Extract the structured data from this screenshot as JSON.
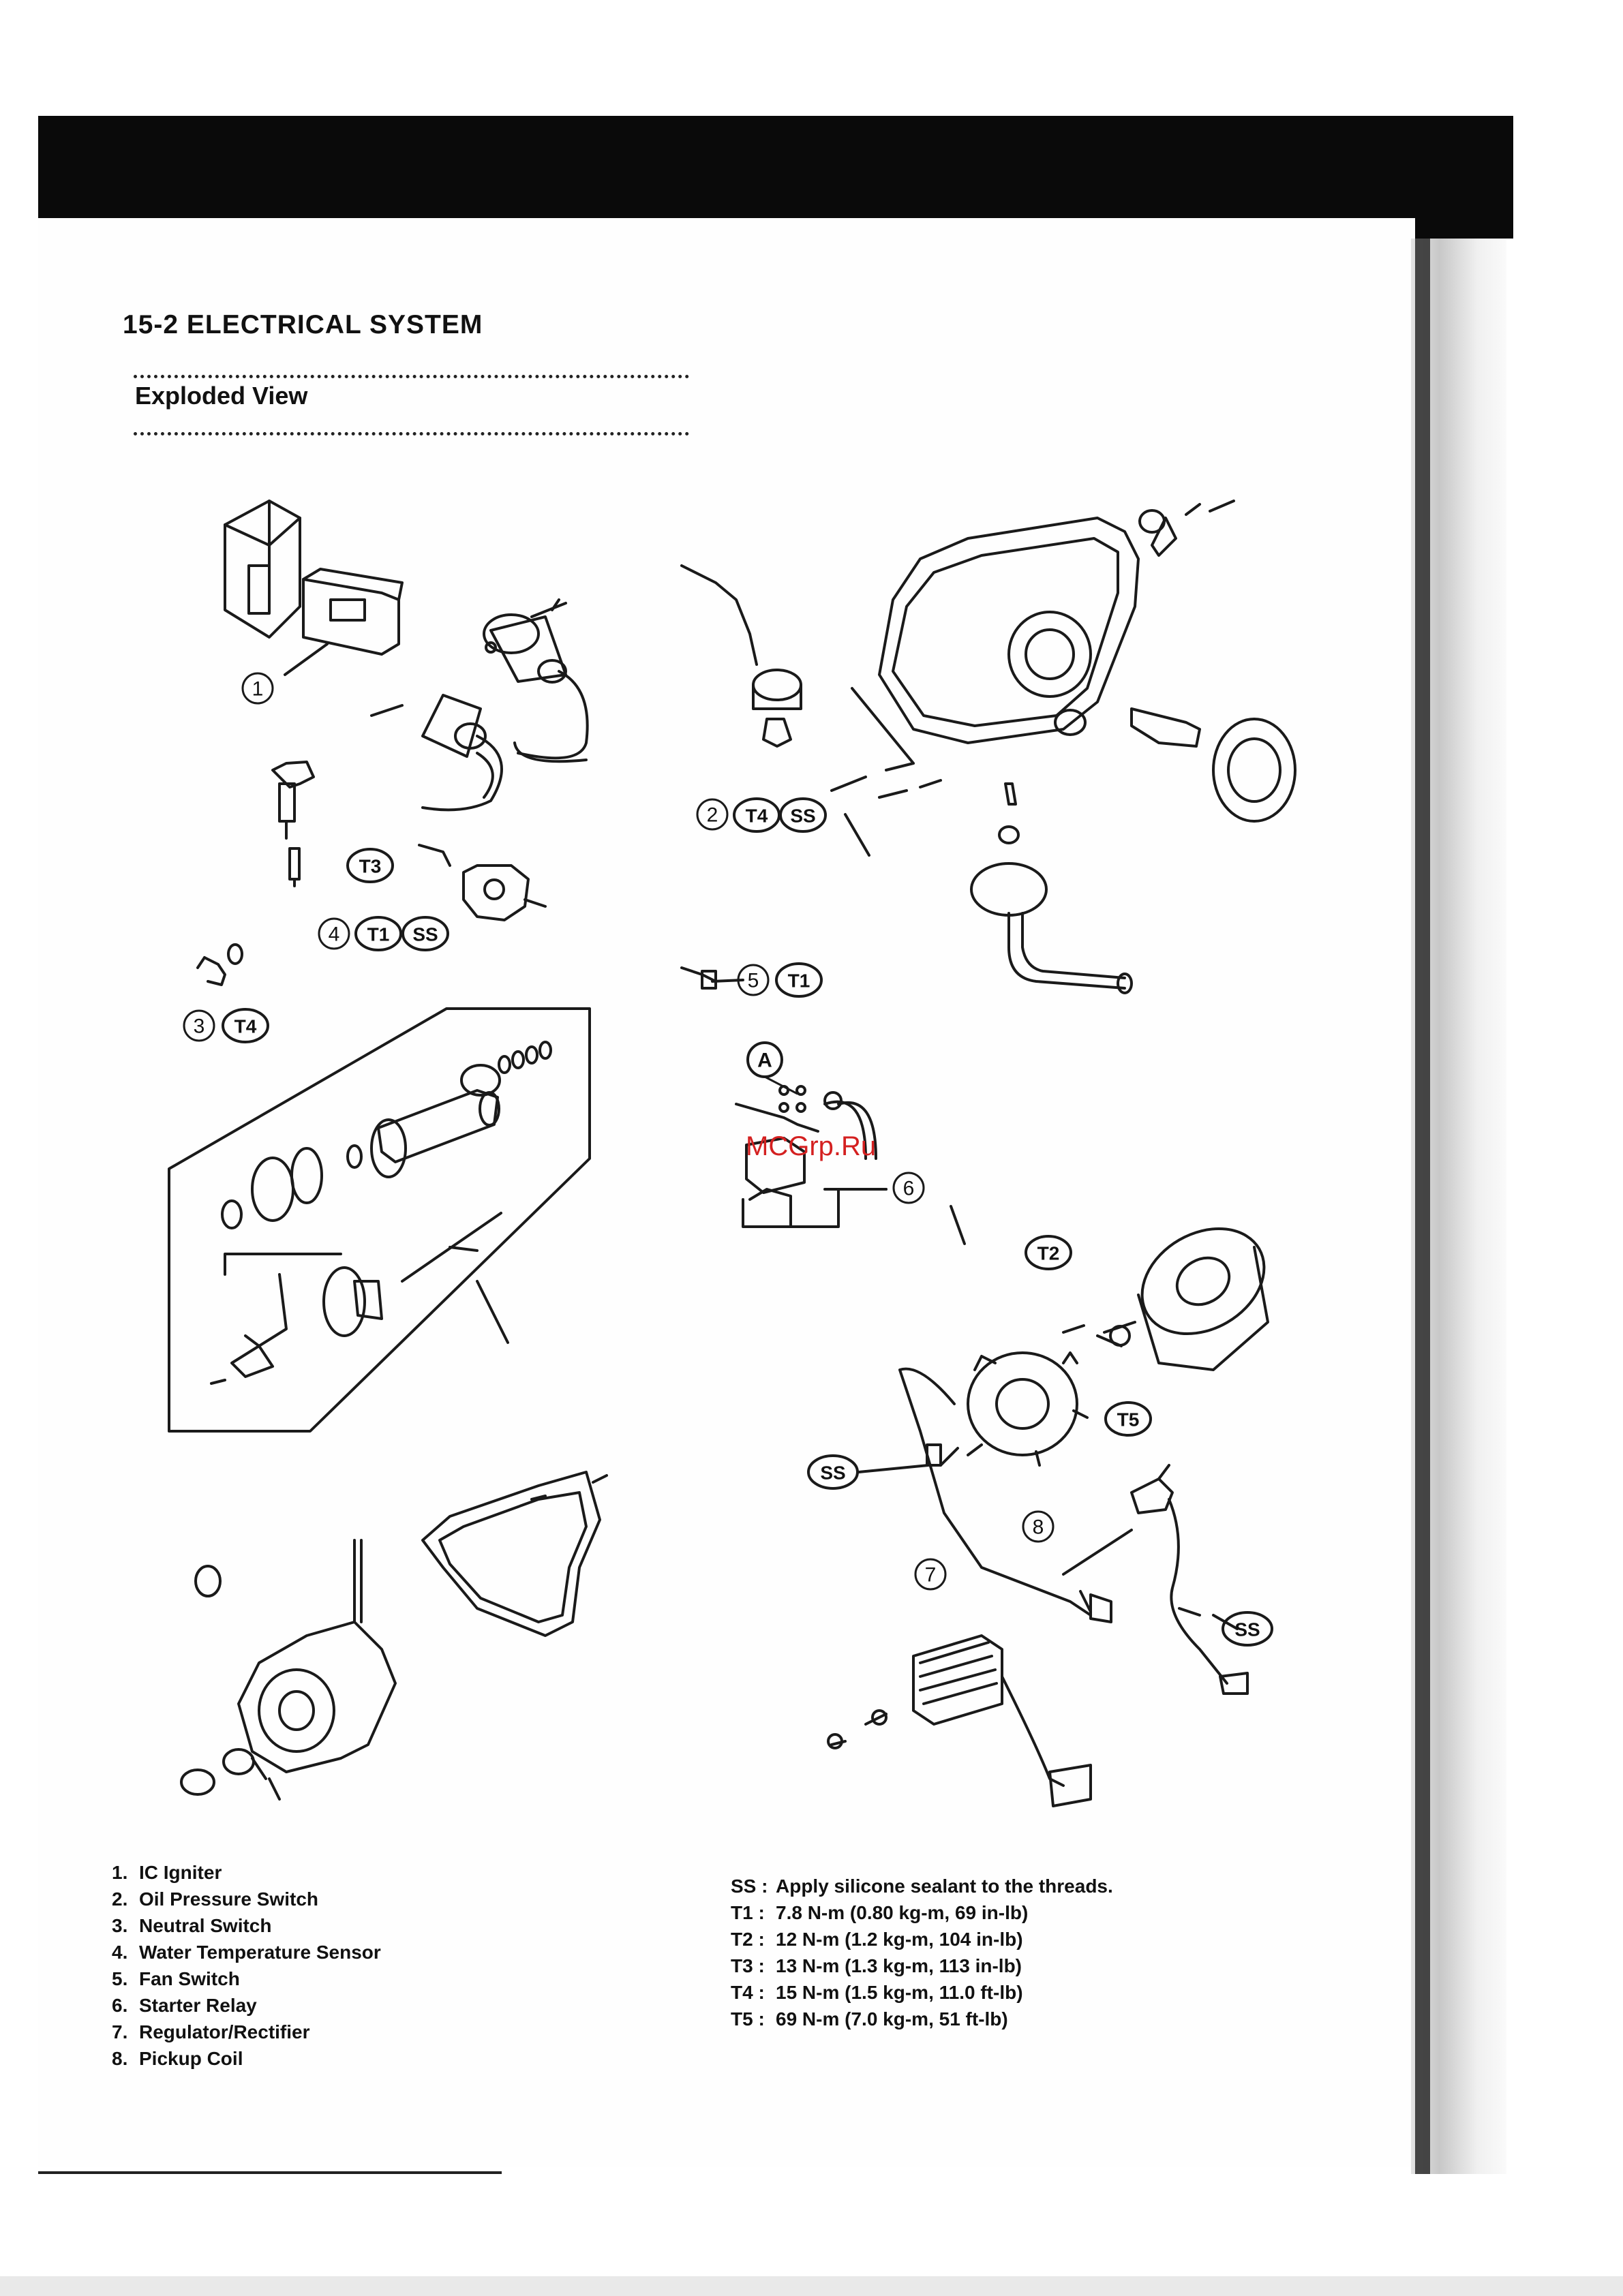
{
  "header": {
    "title": "15-2 ELECTRICAL SYSTEM",
    "subtitle": "Exploded View"
  },
  "watermark": "MCGrp.Ru",
  "callouts": {
    "c1": "1",
    "c2": "2",
    "c3": "3",
    "c4": "4",
    "c5": "5",
    "c6": "6",
    "c7": "7",
    "c8": "8",
    "t1": "T1",
    "t2": "T2",
    "t3": "T3",
    "t4": "T4",
    "t5": "T5",
    "ss": "SS",
    "a": "A"
  },
  "legend": [
    {
      "num": "1.",
      "label": "IC Igniter"
    },
    {
      "num": "2.",
      "label": "Oil Pressure Switch"
    },
    {
      "num": "3.",
      "label": "Neutral Switch"
    },
    {
      "num": "4.",
      "label": "Water Temperature Sensor"
    },
    {
      "num": "5.",
      "label": "Fan Switch"
    },
    {
      "num": "6.",
      "label": "Starter Relay"
    },
    {
      "num": "7.",
      "label": "Regulator/Rectifier"
    },
    {
      "num": "8.",
      "label": "Pickup Coil"
    }
  ],
  "torque_notes": [
    {
      "key": "SS :",
      "text": "Apply silicone sealant to the threads."
    },
    {
      "key": "T1 :",
      "text": "7.8 N-m (0.80 kg-m, 69 in-lb)"
    },
    {
      "key": "T2 :",
      "text": "12 N-m (1.2 kg-m, 104 in-lb)"
    },
    {
      "key": "T3 :",
      "text": "13 N-m (1.3 kg-m, 113 in-lb)"
    },
    {
      "key": "T4 :",
      "text": "15 N-m (1.5 kg-m, 11.0 ft-lb)"
    },
    {
      "key": "T5 :",
      "text": "69 N-m (7.0 kg-m, 51 ft-lb)"
    }
  ]
}
